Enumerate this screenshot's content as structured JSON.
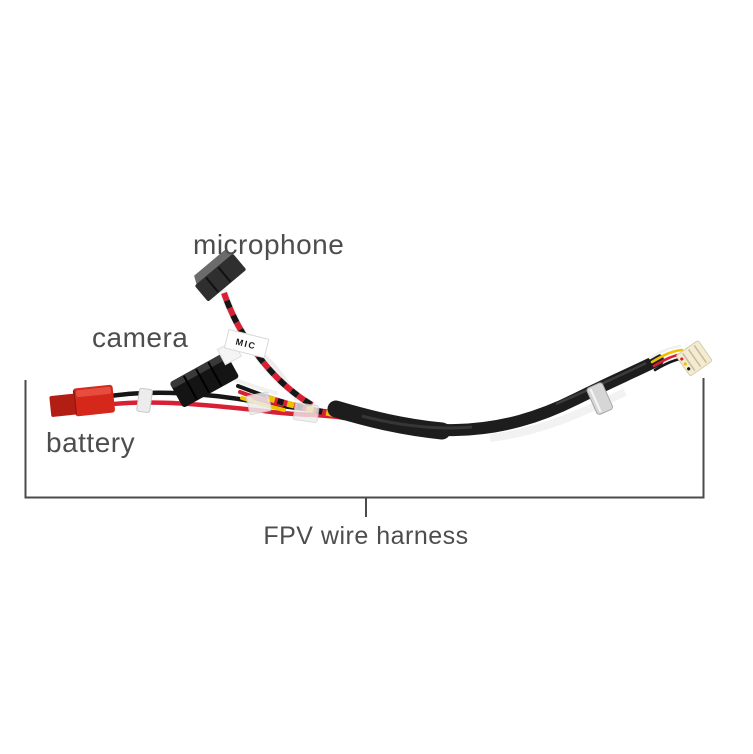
{
  "photo": {
    "caption": "FPV wire harness",
    "annotations": {
      "microphone": "microphone",
      "camera": "camera",
      "battery": "battery"
    },
    "mic_tag": "MIC"
  },
  "colors": {
    "background": "#ffffff",
    "label_text": "#4d4d4f",
    "bracket": "#4b4b4d",
    "battery_connector": "#d5281b",
    "battery_connector_dark": "#b21e13",
    "cable_black": "#1d1d1d",
    "connector_black": "#141414",
    "mic_connector": "#2f2f2f",
    "wire_red": "#d91f33",
    "wire_black": "#161616",
    "wire_yellow": "#eec200",
    "wire_white": "#f1f1f1",
    "tape_white": "#ececec",
    "tape_silver": "#d6d6d6",
    "connector_cream": "#f3ebd3"
  }
}
